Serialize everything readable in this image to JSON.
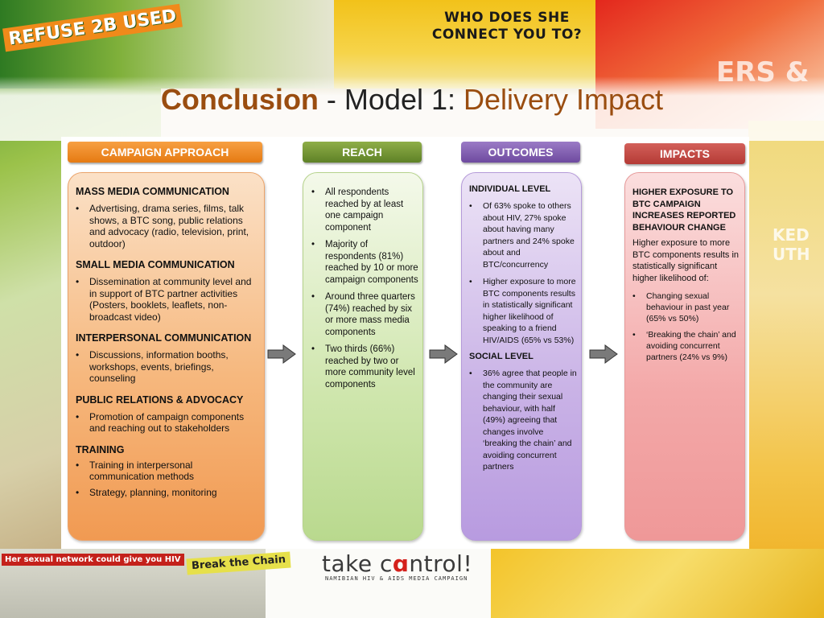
{
  "background": {
    "poster_question": "WHO DOES SHE CONNECT YOU TO?",
    "poster_refuse": "REFUSE 2B USED",
    "poster_fragment_right": "ERS &",
    "poster_fragment_ked": "KED UTH",
    "poster_sexual_network": "Her sexual network could give you HIV",
    "poster_break_chain": "Break the Chain"
  },
  "logo": {
    "main_pre": "take c",
    "main_post": "ntrol!",
    "tagline": "NAMIBIAN HIV & AIDS MEDIA CAMPAIGN"
  },
  "title": {
    "part1": "Conclusion",
    "sep": " - Model 1: ",
    "part2": "Delivery Impact"
  },
  "columns": {
    "campaign": {
      "header": "CAMPAIGN APPROACH",
      "color": "#ef8a24",
      "sections": [
        {
          "title": "MASS MEDIA COMMUNICATION",
          "items": [
            "Advertising, drama series, films, talk shows, a BTC song, public relations and advocacy (radio, television, print, outdoor)"
          ]
        },
        {
          "title": "SMALL MEDIA COMMUNICATION",
          "items": [
            "Dissemination at community level and in support of BTC partner activities (Posters, booklets, leaflets, non-broadcast video)"
          ]
        },
        {
          "title": "INTERPERSONAL COMMUNICATION",
          "items": [
            "Discussions, information booths, workshops, events, briefings, counseling"
          ]
        },
        {
          "title": "PUBLIC RELATIONS & ADVOCACY",
          "items": [
            "Promotion of campaign components and reaching out to stakeholders"
          ]
        },
        {
          "title": "TRAINING",
          "items": [
            "Training in interpersonal communication methods",
            "Strategy, planning, monitoring"
          ]
        }
      ]
    },
    "reach": {
      "header": "REACH",
      "color": "#6f9133",
      "items": [
        "All respondents reached by at least one campaign component",
        "Majority of respondents (81%) reached by 10 or more campaign components",
        "Around three quarters (74%) reached by six or more mass media components",
        "Two thirds (66%) reached by two or more community level components"
      ]
    },
    "outcomes": {
      "header": "OUTCOMES",
      "color": "#7d59ad",
      "individual_title": "INDIVIDUAL LEVEL",
      "individual_items": [
        "Of 63% spoke to others about HIV, 27% spoke about having many partners and 24% spoke about and BTC/concurrency",
        "Higher exposure to more BTC components results in statistically significant higher likelihood of speaking to a friend HIV/AIDS (65% vs 53%)"
      ],
      "social_title": "SOCIAL LEVEL",
      "social_items": [
        "36% agree that people in the community are changing their sexual behaviour, with half (49%) agreeing that changes involve ‘breaking the chain’ and avoiding concurrent partners"
      ]
    },
    "impacts": {
      "header": "IMPACTS",
      "color": "#c2463f",
      "title": "HIGHER EXPOSURE TO BTC CAMPAIGN INCREASES REPORTED BEHAVIOUR   CHANGE",
      "paragraph": "Higher exposure to more BTC components results in statistically significant higher likelihood of:",
      "items": [
        "Changing sexual behaviour in past year (65% vs 50%)",
        "‘Breaking the chain’ and avoiding concurrent partners (24% vs 9%)"
      ]
    }
  }
}
